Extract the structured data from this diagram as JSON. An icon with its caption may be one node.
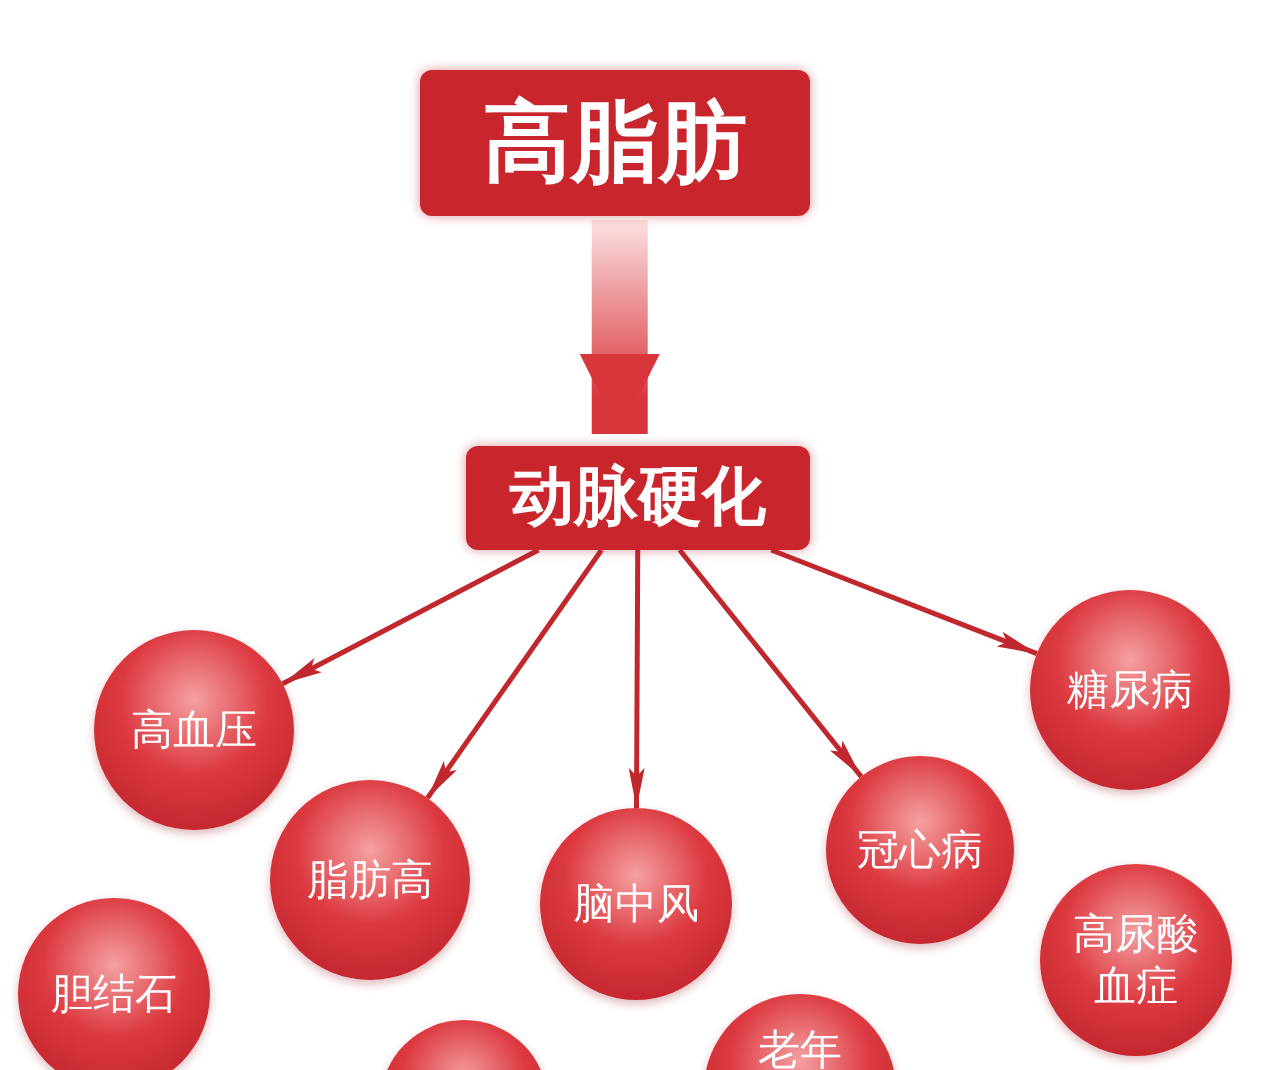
{
  "diagram": {
    "nodes": [
      {
        "text": [
          "高脂肪"
        ]
      },
      {
        "text": [
          "动脉硬化"
        ]
      },
      {
        "text": [
          "高血压"
        ]
      },
      {
        "text": [
          "糖尿病"
        ]
      },
      {
        "text": [
          "脂肪高"
        ]
      },
      {
        "text": [
          "脑中风"
        ]
      },
      {
        "text": [
          "冠心病"
        ]
      },
      {
        "text": [
          "胆结石"
        ]
      },
      {
        "text": [
          "高尿酸血症"
        ]
      },
      {
        "text": [],
        "shape": "circle"
      },
      {
        "text": [
          "老年"
        ]
      }
    ],
    "edges": [
      {
        "from": 0,
        "to": 1,
        "arrow": "to",
        "style": "thick"
      },
      {
        "from": 1,
        "to": 2,
        "arrow": "to"
      },
      {
        "from": 1,
        "to": 4,
        "arrow": "to"
      },
      {
        "from": 1,
        "to": 5,
        "arrow": "to"
      },
      {
        "from": 1,
        "to": 6,
        "arrow": "to"
      },
      {
        "from": 1,
        "to": 3,
        "arrow": "to"
      }
    ]
  }
}
